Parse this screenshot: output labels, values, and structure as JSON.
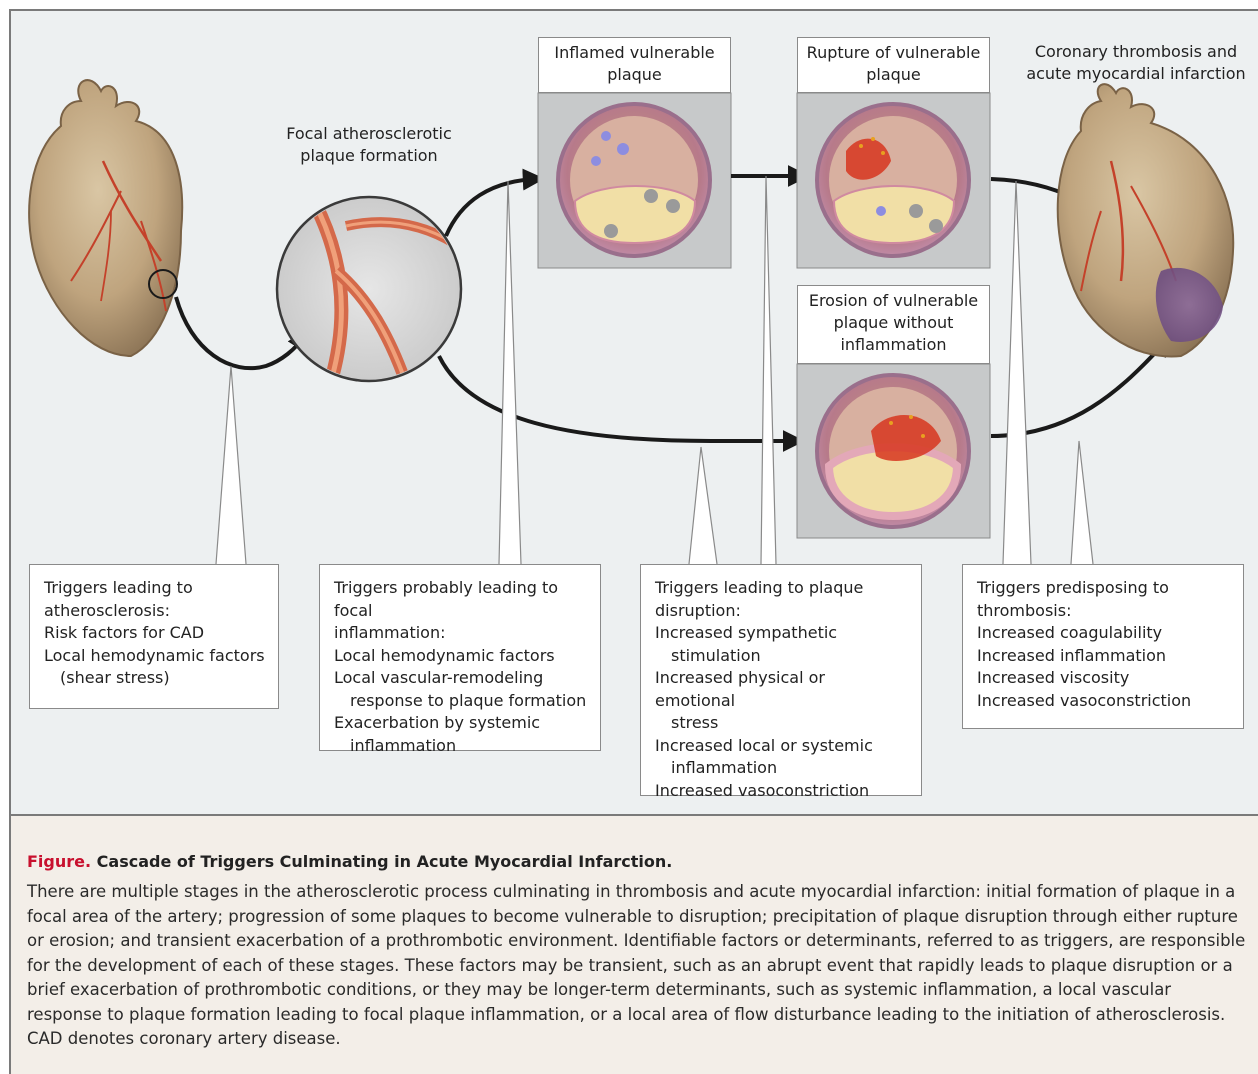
{
  "stages": {
    "focal_plaque": "Focal atherosclerotic plaque formation",
    "inflamed": "Inflamed vulnerable plaque",
    "rupture": "Rupture of vulnerable plaque",
    "erosion": "Erosion of vulnerable plaque without inflammation",
    "thrombosis": "Coronary thrombosis and acute myocardial infarction"
  },
  "triggers": {
    "atherosclerosis": {
      "lines": [
        "Triggers leading to",
        "atherosclerosis:",
        "Risk factors for CAD",
        "Local hemodynamic factors",
        "(shear stress)"
      ]
    },
    "focal_inflammation": {
      "lines": [
        "Triggers probably leading to focal",
        "inflammation:",
        "Local hemodynamic factors",
        "Local vascular-remodeling",
        "response to plaque formation",
        "Exacerbation by systemic",
        "inflammation"
      ]
    },
    "plaque_disruption": {
      "lines": [
        "Triggers leading to plaque",
        "disruption:",
        "Increased sympathetic",
        "stimulation",
        "Increased physical or emotional",
        "stress",
        "Increased local or systemic",
        "inflammation",
        "Increased vasoconstriction"
      ]
    },
    "thrombosis": {
      "lines": [
        "Triggers predisposing to",
        "thrombosis:",
        "Increased coagulability",
        "Increased inflammation",
        "Increased viscosity",
        "Increased vasoconstriction"
      ]
    }
  },
  "caption": {
    "figure_label": "Figure.",
    "title": "Cascade of Triggers Culminating in Acute Myocardial Infarction.",
    "body": "There are multiple stages in the atherosclerotic process culminating in thrombosis and acute myocardial infarction: initial formation of plaque in a focal area of the artery; progression of some plaques to become vulnerable to disruption; precipitation of plaque disruption through either rupture or erosion; and transient exacerbation of a prothrombotic environment. Identifiable factors or determinants, referred to as triggers, are responsible for the development of each of these stages. These factors may be transient, such as an abrupt event that rap­idly leads to plaque disruption or a brief exacerbation of prothrombotic conditions, or they may be longer-term determinants, such as system­ic inflammation, a local vascular response to plaque formation leading to focal plaque inflammation, or a local area of flow disturbance leading to the initiation of atherosclerosis. CAD denotes coronary artery disease."
  },
  "colors": {
    "caption_accent": "#c8102e",
    "background": "#edf0f1",
    "caption_background": "#f3eee8"
  }
}
